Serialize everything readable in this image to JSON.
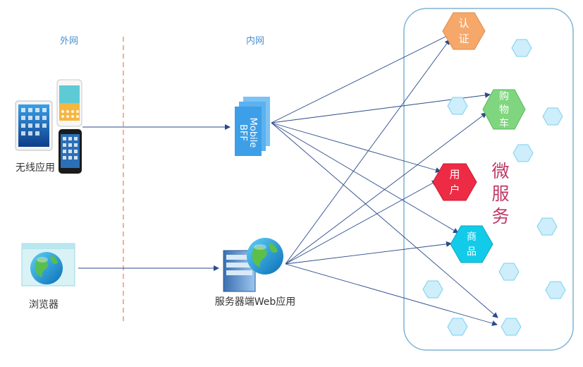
{
  "zones": {
    "outer_network": "外网",
    "inner_network": "内网"
  },
  "clients": {
    "mobile_label": "无线应用",
    "browser_label": "浏览器"
  },
  "gateways": {
    "bff_line1": "Mobile",
    "bff_line2": "BFF",
    "web_app_label": "服务器端Web应用"
  },
  "microservices": {
    "title_chars": [
      "微",
      "服",
      "务"
    ],
    "auth": [
      "认",
      "证"
    ],
    "cart": [
      "购",
      "物",
      "车"
    ],
    "user": [
      "用",
      "户"
    ],
    "product": [
      "商",
      "品"
    ]
  },
  "colors": {
    "divider": "#f0a070",
    "zone_label": "#4a90d0",
    "auth": "#f5a86a",
    "cart": "#7fd67f",
    "user": "#ee2b45",
    "product": "#12cbe9",
    "small_hex": "#cdeefa",
    "small_hex_stroke": "#7ecff0",
    "container": "#7fb4d6",
    "title": "#c03868",
    "arrow": "#2a4a8a"
  }
}
